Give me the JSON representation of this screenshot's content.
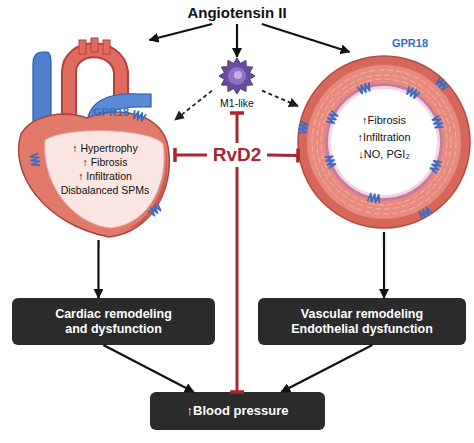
{
  "diagram": {
    "nodes": [
      {
        "text": [
          "Angiotensin II"
        ]
      },
      {
        "text": [
          "GPR18",
          "↑ Hypertrophy",
          "↑ Fibrosis",
          "↑ Infiltration",
          "Disbalanced SPMs"
        ]
      },
      {
        "text": [
          "M1-like"
        ]
      },
      {
        "text": [
          "GPR18",
          "↑Fibrosis",
          "↑Infiltration",
          "↓NO, PGI₂"
        ]
      },
      {
        "text": [
          "RvD2"
        ]
      },
      {
        "text": [
          "Cardiac remodeling and dysfunction"
        ]
      },
      {
        "text": [
          "Vascular remodeling Endothelial dysfunction"
        ]
      },
      {
        "text": [
          "↑Blood pressure"
        ]
      }
    ],
    "edges": [
      {
        "from": 0,
        "to": 1,
        "arrow": "to"
      },
      {
        "from": 0,
        "to": 2,
        "arrow": "to"
      },
      {
        "from": 0,
        "to": 3,
        "arrow": "to"
      },
      {
        "from": 2,
        "to": 1,
        "arrow": "to"
      },
      {
        "from": 2,
        "to": 3,
        "arrow": "to"
      },
      {
        "from": 4,
        "to": 2,
        "arrow": "to"
      },
      {
        "from": 4,
        "to": 1,
        "arrow": "to"
      },
      {
        "from": 4,
        "to": 3,
        "arrow": "to"
      },
      {
        "from": 4,
        "to": 7,
        "arrow": "to"
      },
      {
        "from": 1,
        "to": 5,
        "arrow": "to"
      },
      {
        "from": 3,
        "to": 6,
        "arrow": "to"
      },
      {
        "from": 5,
        "to": 7,
        "arrow": "to"
      },
      {
        "from": 6,
        "to": 7,
        "arrow": "to"
      }
    ]
  }
}
